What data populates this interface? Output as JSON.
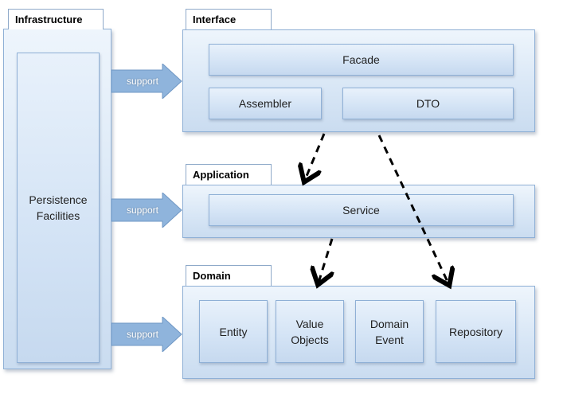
{
  "layers": {
    "infrastructure": {
      "title": "Infrastructure",
      "content": [
        "Persistence",
        "Facilities"
      ]
    },
    "interface": {
      "title": "Interface",
      "facade": "Facade",
      "assembler": "Assembler",
      "dto": "DTO"
    },
    "application": {
      "title": "Application",
      "service": "Service"
    },
    "domain": {
      "title": "Domain",
      "entity": "Entity",
      "value_objects": [
        "Value",
        "Objects"
      ],
      "domain_event": [
        "Domain",
        "Event"
      ],
      "repository": "Repository"
    }
  },
  "arrows": {
    "support_top": "support",
    "support_mid": "support",
    "support_bottom": "support"
  },
  "colors": {
    "box_fill": "#d3e3f5",
    "box_border": "#8fb0d6",
    "arrow_fill": "#8fb4dc",
    "dashed_line": "#000000"
  }
}
